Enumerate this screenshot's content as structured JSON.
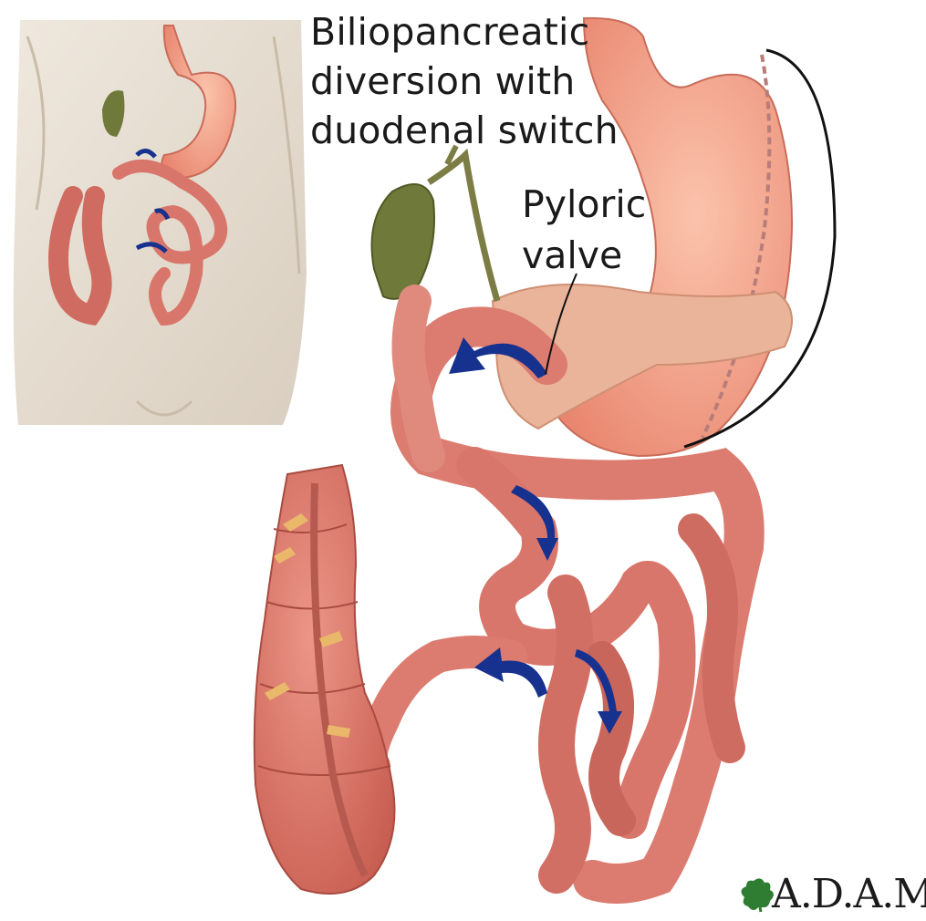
{
  "title_lines": [
    "Biliopancreatic",
    "diversion with",
    "duodenal switch"
  ],
  "callout_lines": [
    "Pyloric",
    "valve"
  ],
  "brand": "A.D.A.M.",
  "colors": {
    "intestine": "#e2847a",
    "intestine_dark": "#b9574e",
    "stomach": "#f1a08a",
    "gallbladder": "#6f7a3a",
    "arrow": "#17318f",
    "skin": "#e3dbcf",
    "fat": "#e9b86a"
  }
}
